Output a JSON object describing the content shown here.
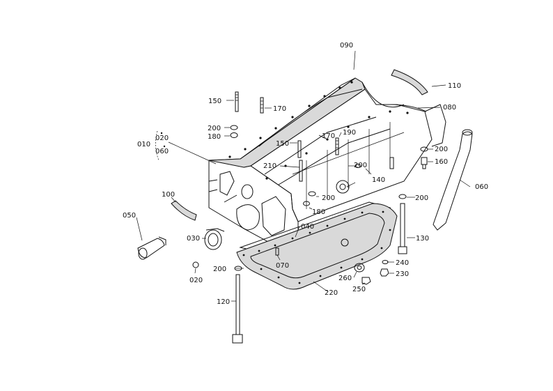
{
  "diagram": {
    "labels": {
      "p010": "010",
      "p020a": "020",
      "p020b": "020",
      "p030": "030",
      "p040": "040",
      "p050": "050",
      "p060a": "060",
      "p060b": "060",
      "p070": "070",
      "p080": "080",
      "p090": "090",
      "p100": "100",
      "p110": "110",
      "p120": "120",
      "p130": "130",
      "p140": "140",
      "p150a": "150",
      "p150b": "150",
      "p160": "160",
      "p170a": "170",
      "p170b": "170",
      "p180a": "180",
      "p180b": "180",
      "p190": "190",
      "p200a": "200",
      "p200b": "200",
      "p200c": "200",
      "p200d": "200",
      "p200e": "200",
      "p200f": "200",
      "p210": "210",
      "p220": "220",
      "p230": "230",
      "p240": "240",
      "p250": "250",
      "p260": "260"
    }
  }
}
